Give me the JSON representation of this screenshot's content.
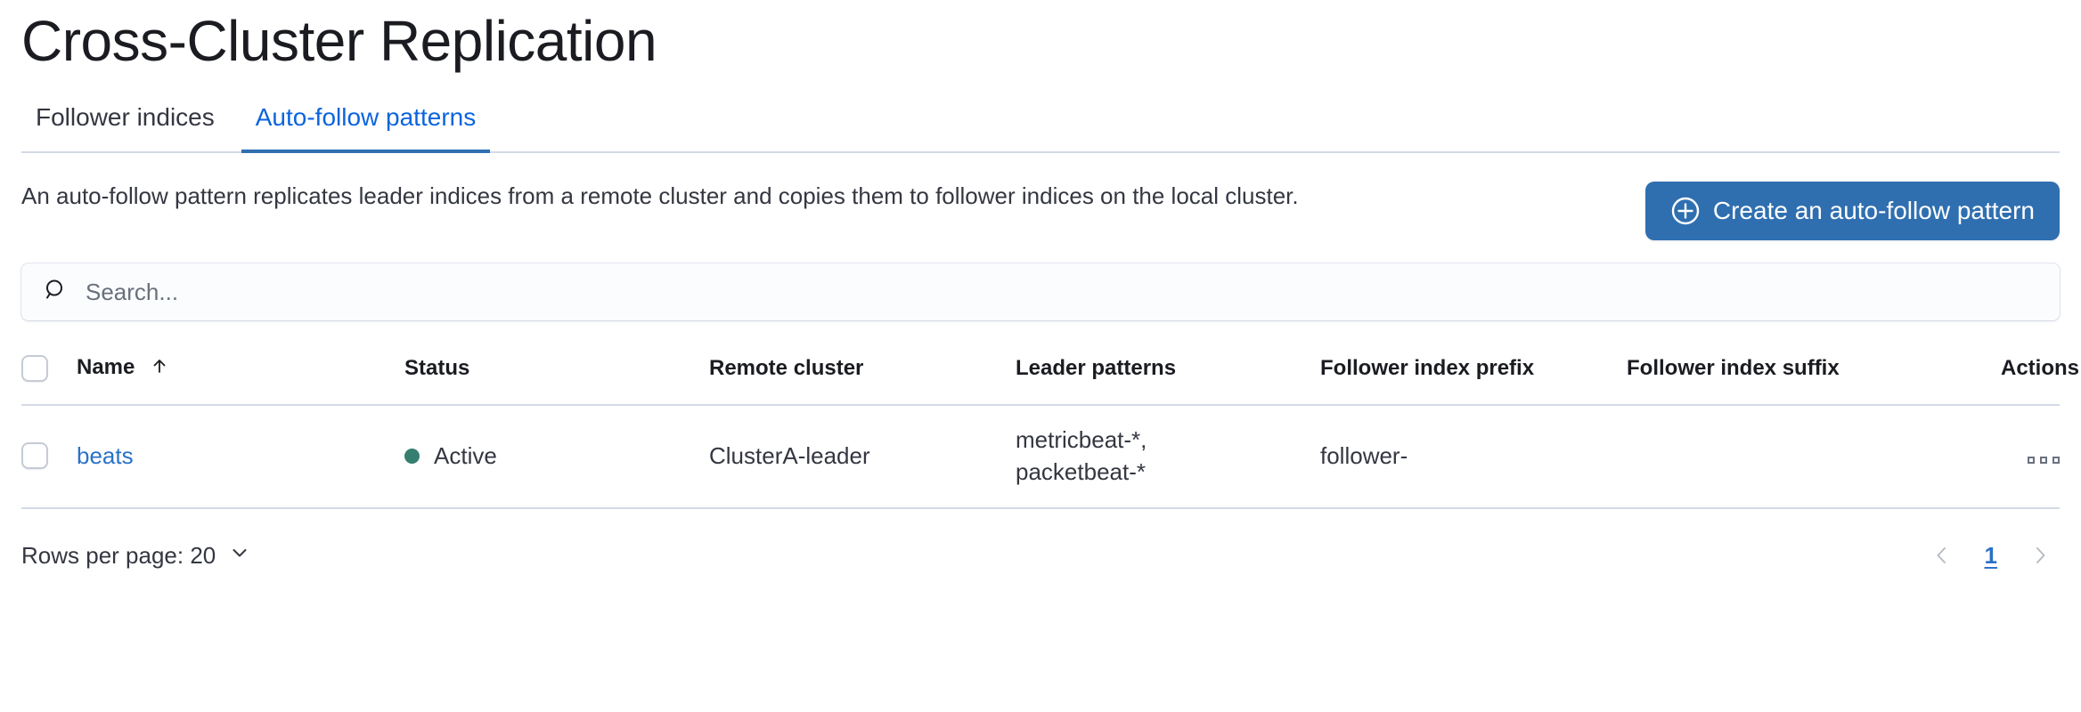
{
  "page": {
    "title": "Cross-Cluster Replication"
  },
  "tabs": [
    {
      "label": "Follower indices",
      "active": false
    },
    {
      "label": "Auto-follow patterns",
      "active": true
    }
  ],
  "description": {
    "text": "An auto-follow pattern replicates leader indices from a remote cluster and copies them to follower indices on the local cluster."
  },
  "create_button": {
    "label": "Create an auto-follow pattern",
    "icon": "plus-in-circle-icon",
    "color": "#2f6fb0"
  },
  "search": {
    "value": "",
    "placeholder": "Search...",
    "icon": "search-icon"
  },
  "table": {
    "columns": [
      {
        "key": "select",
        "label": ""
      },
      {
        "key": "name",
        "label": "Name",
        "sort": "asc",
        "sort_icon": "arrow-up-icon"
      },
      {
        "key": "status",
        "label": "Status"
      },
      {
        "key": "remote_cluster",
        "label": "Remote cluster"
      },
      {
        "key": "leader_patterns",
        "label": "Leader patterns"
      },
      {
        "key": "follower_index_prefix",
        "label": "Follower index prefix"
      },
      {
        "key": "follower_index_suffix",
        "label": "Follower index suffix"
      },
      {
        "key": "actions",
        "label": "Actions"
      }
    ],
    "rows": [
      {
        "name": "beats",
        "status": "Active",
        "status_color": "#357f71",
        "remote_cluster": "ClusterA-leader",
        "leader_patterns": "metricbeat-*,\npacketbeat-*",
        "follower_index_prefix": "follower-",
        "follower_index_suffix": "",
        "actions_icon": "ellipsis-horizontal-icon"
      }
    ]
  },
  "footer": {
    "rows_per_page_label": "Rows per page: 20",
    "rows_per_page_icon": "chevron-down-icon",
    "prev_icon": "chevron-left-icon",
    "next_icon": "chevron-right-icon",
    "current_page": "1"
  },
  "colors": {
    "accent_blue": "#2f6fb0",
    "link_blue": "#2a72c8",
    "tab_active": "#0b64dd",
    "border": "#d3dae6",
    "text": "#343741",
    "status_active": "#357f71"
  }
}
